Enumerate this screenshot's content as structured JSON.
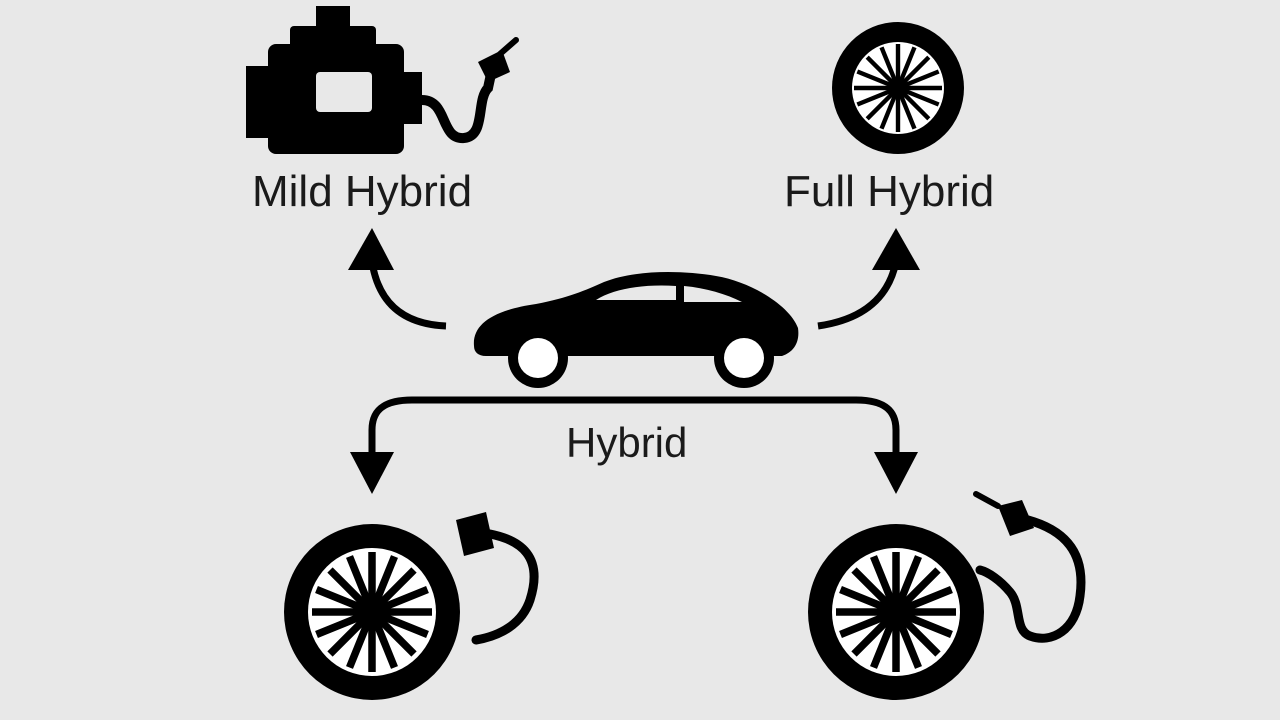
{
  "labels": {
    "mild_hybrid": "Mild Hybrid",
    "full_hybrid": "Full Hybrid",
    "hybrid": "Hybrid"
  },
  "icons": {
    "top_left": "engine-with-plug-icon",
    "top_right": "wheel-icon",
    "center": "car-icon",
    "bottom_left": "wheel-with-plug-icon",
    "bottom_right": "wheel-with-plug-icon"
  },
  "colors": {
    "background": "#e8e8e8",
    "ink": "#000000"
  }
}
